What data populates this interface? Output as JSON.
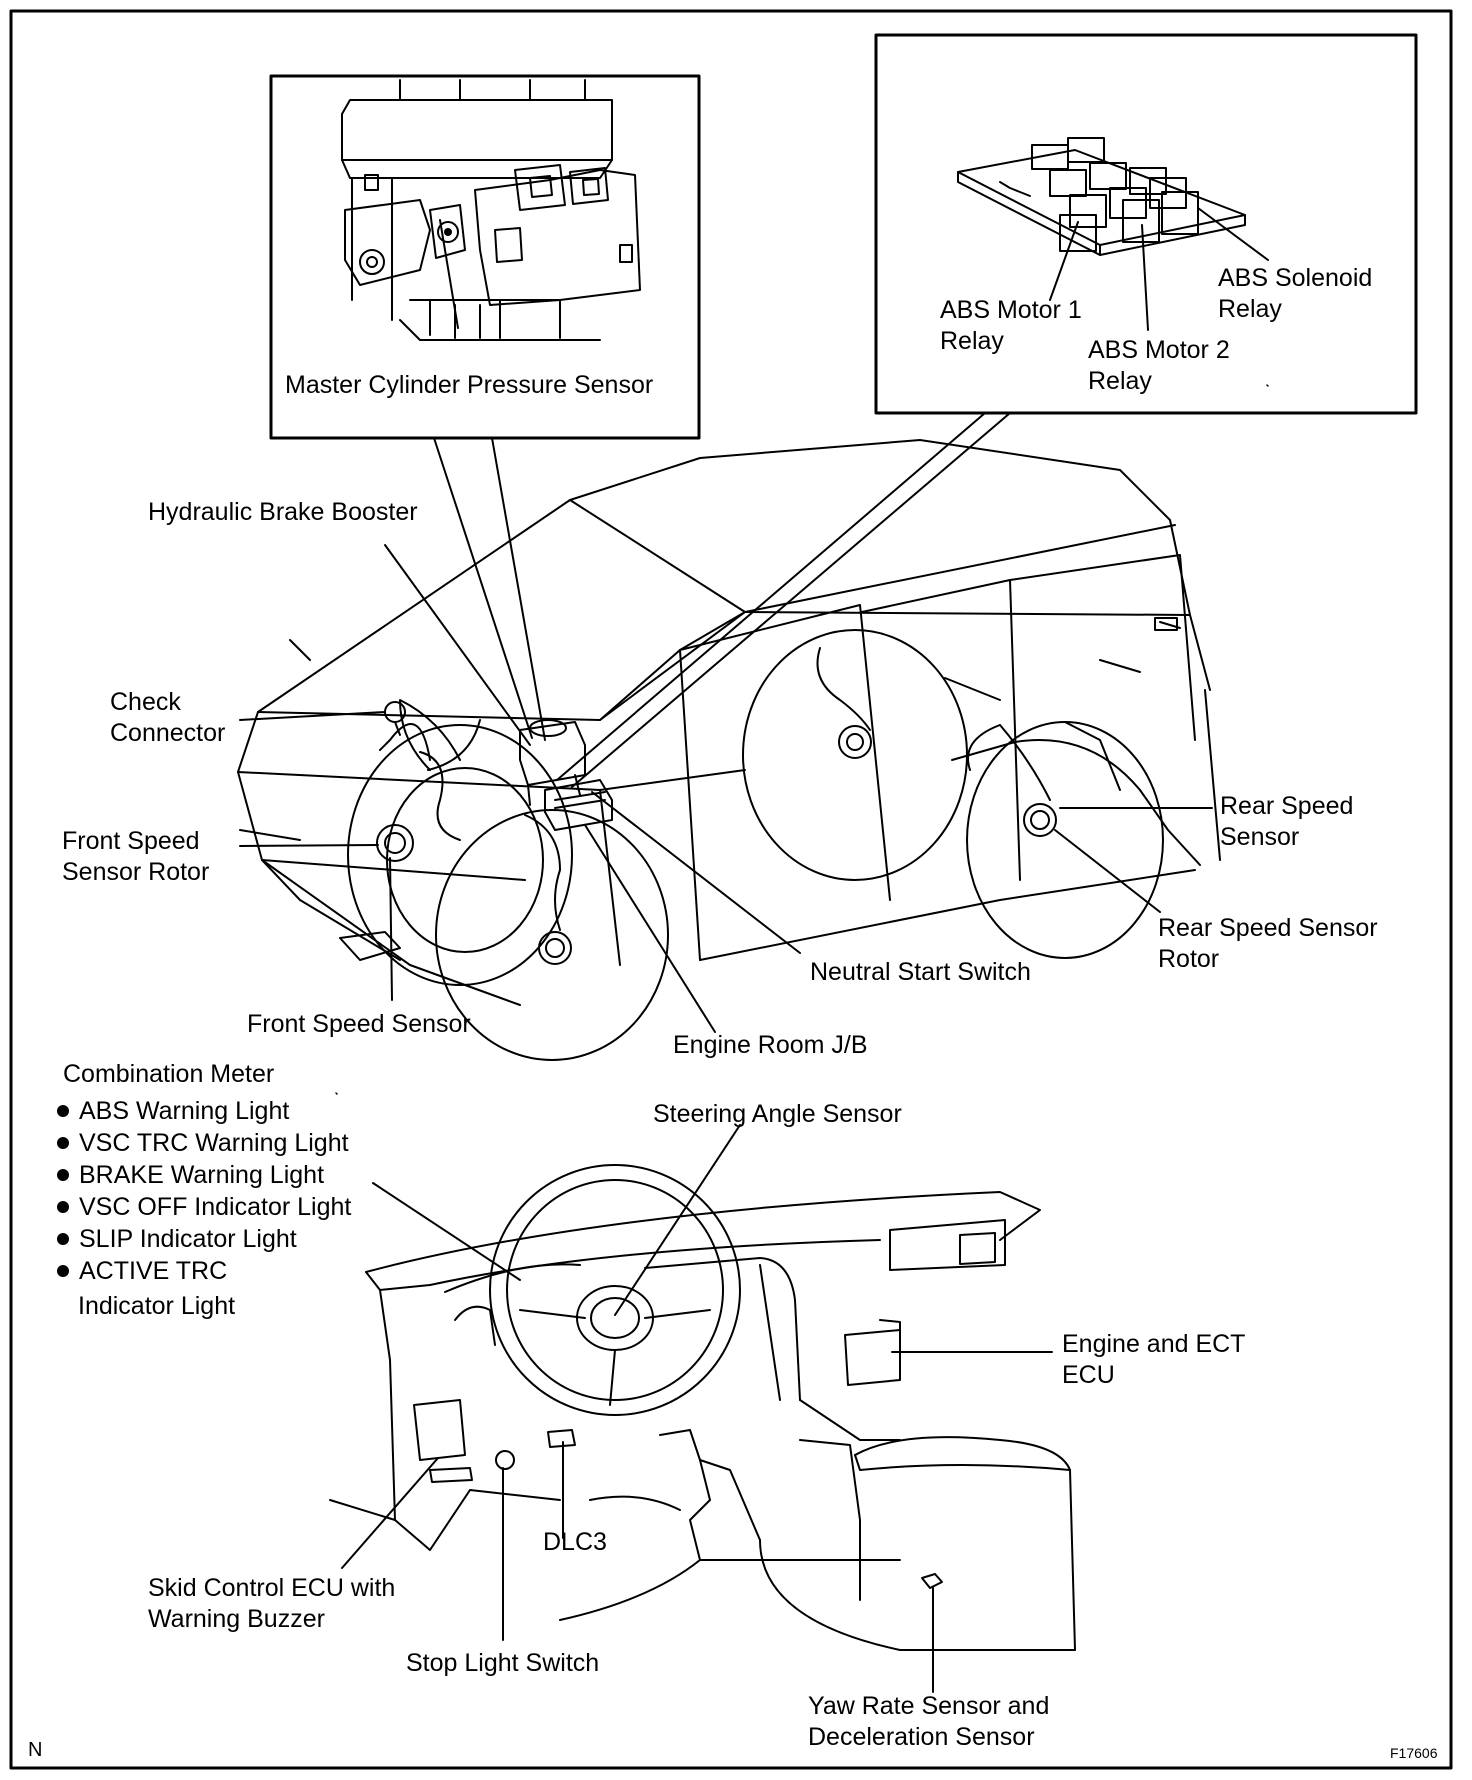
{
  "labels": {
    "master_cylinder_pressure_sensor": "Master Cylinder Pressure Sensor",
    "abs_motor1_relay": [
      "ABS Motor 1",
      "Relay"
    ],
    "abs_motor2_relay": [
      "ABS Motor 2",
      "Relay"
    ],
    "abs_solenoid_relay": [
      "ABS Solenoid",
      "Relay"
    ],
    "hydraulic_brake_booster": "Hydraulic Brake Booster",
    "check_connector": [
      "Check",
      "Connector"
    ],
    "front_speed_sensor_rotor": [
      "Front Speed",
      "Sensor Rotor"
    ],
    "rear_speed_sensor": [
      "Rear Speed",
      "Sensor"
    ],
    "rear_speed_sensor_rotor": [
      "Rear Speed Sensor",
      "Rotor"
    ],
    "neutral_start_switch": "Neutral Start Switch",
    "front_speed_sensor": "Front Speed Sensor",
    "engine_room_jb": "Engine Room J/B",
    "combination_meter": "Combination Meter",
    "steering_angle_sensor": "Steering Angle Sensor",
    "engine_ect_ecu": [
      "Engine and ECT",
      "ECU"
    ],
    "dlc3": "DLC3",
    "skid_control_ecu": [
      "Skid Control ECU with",
      "Warning Buzzer"
    ],
    "stop_light_switch": "Stop Light Switch",
    "yaw_rate_sensor": [
      "Yaw Rate Sensor and",
      "Deceleration Sensor"
    ]
  },
  "combination_meter_items": [
    "ABS Warning Light",
    "VSC TRC Warning Light",
    "BRAKE Warning Light",
    "VSC OFF Indicator Light",
    "SLIP Indicator Light",
    "ACTIVE TRC",
    "Indicator Light"
  ],
  "corner_letter": "N",
  "figure_code": "F17606"
}
